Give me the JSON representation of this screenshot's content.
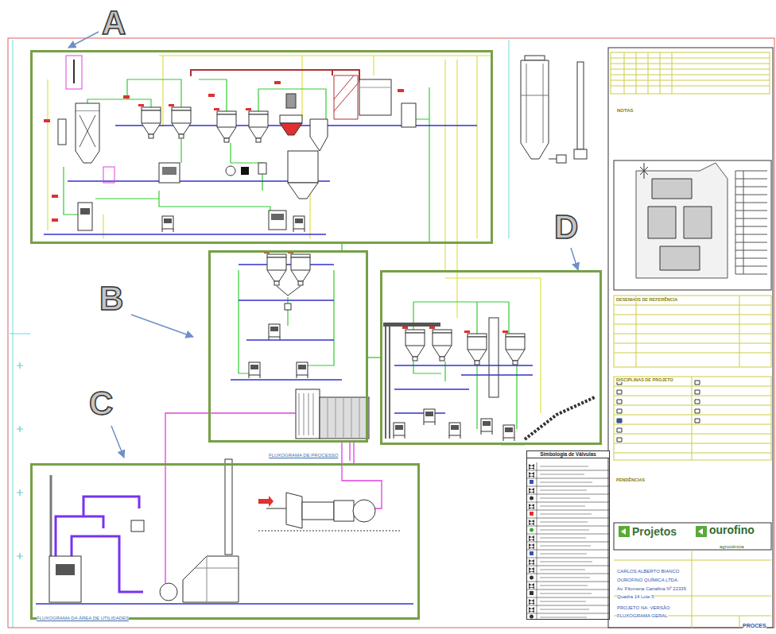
{
  "diagram": {
    "nodes": [
      {
        "text": [
          "A"
        ]
      },
      {
        "text": [
          "B"
        ]
      },
      {
        "text": [
          "C"
        ]
      },
      {
        "text": [
          "D"
        ]
      },
      {
        "text": [
          "Simbologia de Válvulas"
        ]
      }
    ],
    "edges": [
      {
        "from": 0,
        "to": 1,
        "arrow": "none"
      },
      {
        "from": 1,
        "to": 2,
        "arrow": "none"
      },
      {
        "from": 1,
        "to": 3,
        "arrow": "none"
      }
    ],
    "labels": [
      "FLUXOGRAMA DE PROCESSO",
      "FLUXOGRAMA DA ÁREA DE UTILIDADES",
      "NOTAS",
      "DESENHOS DE REFERÊNCIA",
      "DISCIPLINAS DE PROJETO",
      "PENDÊNCIAS",
      "CARLOS ALBERTO BIANCO",
      "OUROFINO QUÍMICA LTDA.",
      "Av. Filomena Cartafina Nº 22335",
      "Quadra 14 Lote 5",
      "PROJETO NA: VERSÃO",
      "FLUXOGRAMA GERAL",
      "Projetos",
      "ourofino",
      "agrociência",
      "PROCES"
    ]
  }
}
